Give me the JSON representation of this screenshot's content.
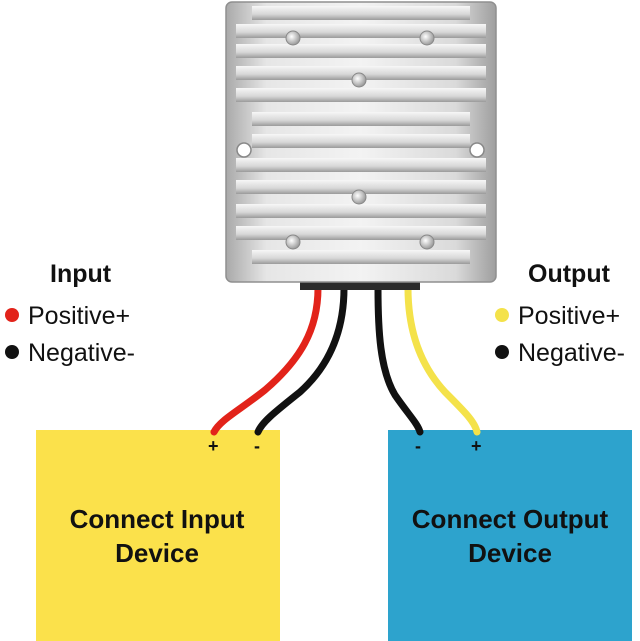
{
  "input": {
    "title": "Input",
    "positive": "Positive+",
    "negative": "Negative-",
    "plus": "+",
    "minus": "-"
  },
  "output": {
    "title": "Output",
    "positive": "Positive+",
    "negative": "Negative-",
    "plus": "+",
    "minus": "-"
  },
  "input_device": {
    "line1": "Connect Input",
    "line2": "Device"
  },
  "output_device": {
    "line1": "Connect Output",
    "line2": "Device"
  },
  "colors": {
    "positive_in": "#e2231a",
    "positive_out": "#f4e24a",
    "negative": "#111111",
    "input_box": "#fbe14b",
    "output_box": "#2da3cd"
  }
}
